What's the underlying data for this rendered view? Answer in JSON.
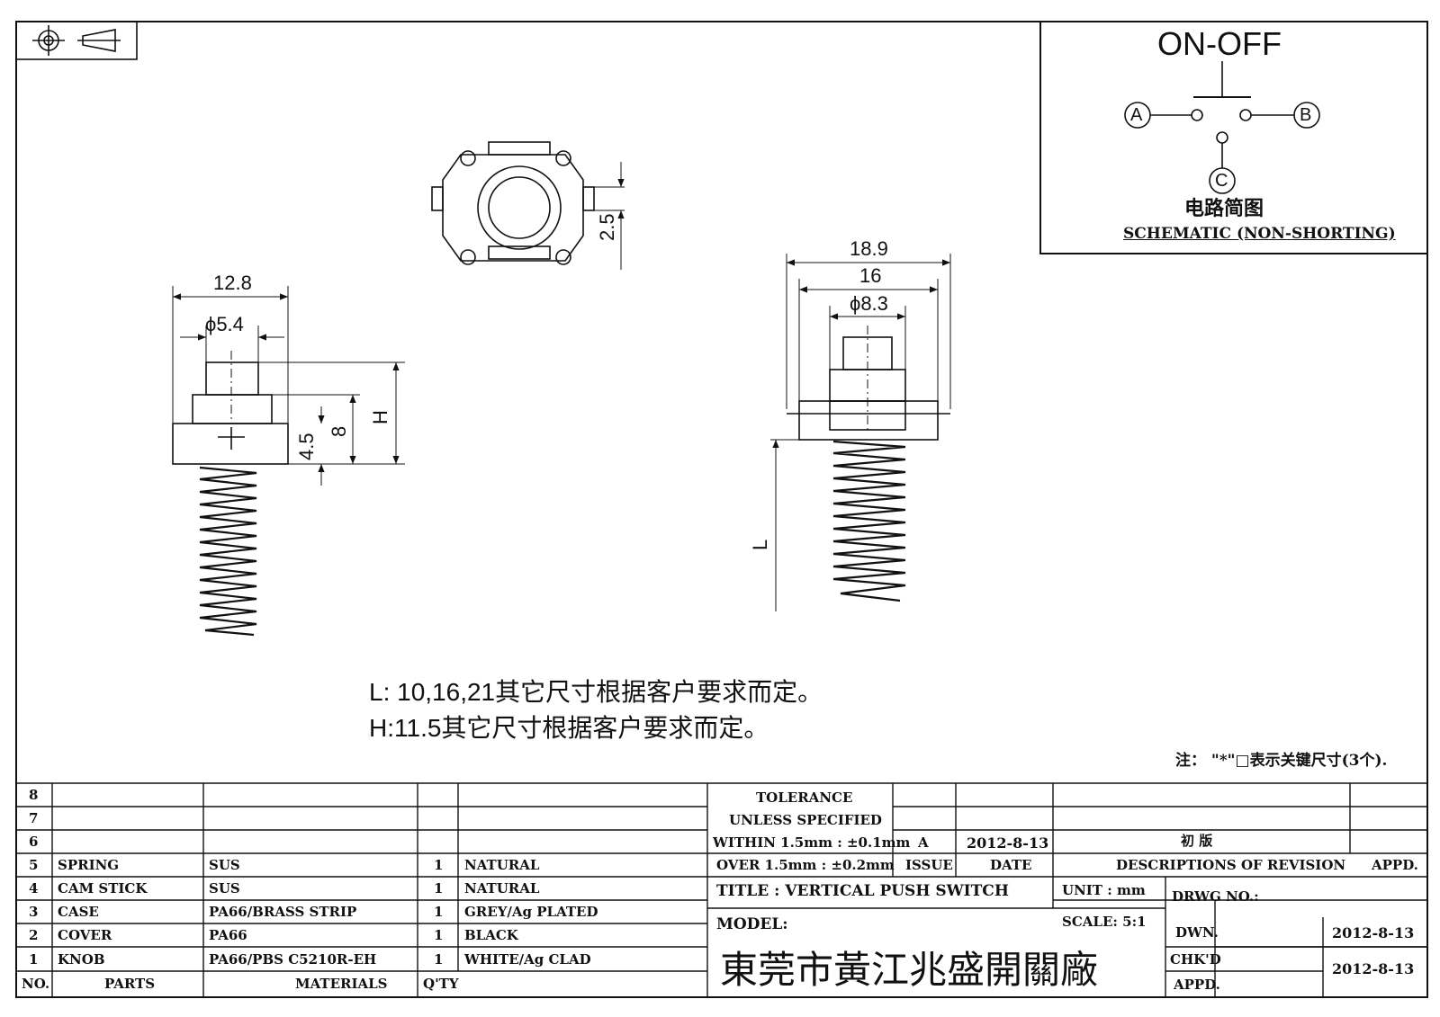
{
  "schematic": {
    "title": "ON-OFF",
    "terminal_a": "A",
    "terminal_b": "B",
    "terminal_c": "C",
    "caption_cn": "电路简图",
    "caption_en": "SCHEMATIC (NON-SHORTING)"
  },
  "dimensions": {
    "top_view_tab": "2.5",
    "side_width": "12.8",
    "side_knob_dia": "ϕ5.4",
    "side_h": "H",
    "side_8": "8",
    "side_4_5": "4.5",
    "front_overall": "18.9",
    "front_body": "16",
    "front_knob_dia": "ϕ8.3",
    "front_l": "L"
  },
  "notes": {
    "line_l": "L: 10,16,21其它尺寸根据客户要求而定。",
    "line_h": "H:11.5其它尺寸根据客户要求而定。",
    "key_note": "注： \"*\"□表示关键尺寸(3个)."
  },
  "parts_table": {
    "header": {
      "no": "NO.",
      "parts": "PARTS",
      "materials": "MATERIALS",
      "qty": "Q'TY"
    },
    "rows": [
      {
        "no": "8",
        "part": "",
        "material": "",
        "qty": "",
        "finish": ""
      },
      {
        "no": "7",
        "part": "",
        "material": "",
        "qty": "",
        "finish": ""
      },
      {
        "no": "6",
        "part": "",
        "material": "",
        "qty": "",
        "finish": ""
      },
      {
        "no": "5",
        "part": "SPRING",
        "material": "SUS",
        "qty": "1",
        "finish": "NATURAL"
      },
      {
        "no": "4",
        "part": "CAM STICK",
        "material": "SUS",
        "qty": "1",
        "finish": "NATURAL"
      },
      {
        "no": "3",
        "part": "CASE",
        "material": "PA66/BRASS STRIP",
        "qty": "1",
        "finish": "GREY/Ag PLATED"
      },
      {
        "no": "2",
        "part": "COVER",
        "material": "PA66",
        "qty": "1",
        "finish": "BLACK"
      },
      {
        "no": "1",
        "part": "KNOB",
        "material": "PA66/PBS C5210R-EH",
        "qty": "1",
        "finish": "WHITE/Ag CLAD"
      }
    ]
  },
  "title_block": {
    "tolerance_1": "TOLERANCE",
    "tolerance_2": "UNLESS  SPECIFIED",
    "tolerance_3": "WITHIN 1.5mm : ±0.1mm",
    "tolerance_4": "OVER 1.5mm : ±0.2mm",
    "issue_value": "A",
    "date_value": "2012-8-13",
    "revision_value": "初  版",
    "issue_label": "ISSUE",
    "date_label": "DATE",
    "revision_label": "DESCRIPTIONS OF REVISION",
    "appd_label": "APPD.",
    "title": "TITLE :  VERTICAL PUSH SWITCH",
    "unit": "UNIT :  mm",
    "drwg_no": "DRWG NO.:",
    "model": "MODEL:",
    "scale": "SCALE:  5:1",
    "company": "東莞市黃江兆盛開關廠",
    "dwn_label": "DWN.",
    "dwn_date": "2012-8-13",
    "chkd_label": "CHK'D",
    "chkd_date": "2012-8-13",
    "appd2_label": "APPD."
  }
}
